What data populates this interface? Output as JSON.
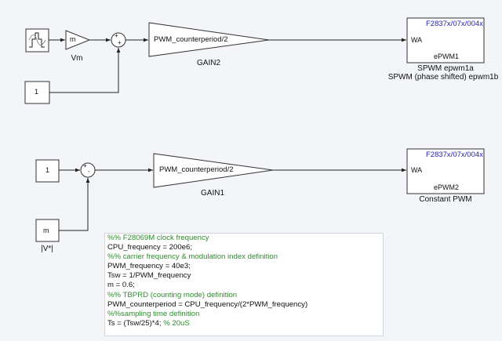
{
  "blocks": {
    "gain_m": "m",
    "label_vm": "Vm",
    "const_1_top": "1",
    "gain2": "PWM_counterperiod/2",
    "label_gain2": "GAIN2",
    "epwm1_target": "F2837x/07x/004x",
    "epwm1_port": "WA",
    "epwm1_name": "ePWM1",
    "epwm1_caption": [
      "SPWM epwm1a",
      "SPWM (phase shifted) epwm1b"
    ],
    "const_1_bottom": "1",
    "gain1": "PWM_counterperiod/2",
    "label_gain1": "GAIN1",
    "epwm2_target": "F2837x/07x/004x",
    "epwm2_port": "WA",
    "epwm2_name": "ePWM2",
    "epwm2_caption": "Constant PWM",
    "const_m": "m",
    "label_v": "|V*|",
    "sum_top_signs": "+",
    "sum_top_signs2": "+",
    "sum_bottom_signs": "+",
    "sum_bottom_signs2": "-"
  },
  "code_lines": [
    {
      "text": "%% F28069M clock frequency",
      "comment": true
    },
    {
      "text": "CPU_frequency = 200e6;",
      "comment": false
    },
    {
      "text": "%% carrier frequency & modulation index definition",
      "comment": true
    },
    {
      "text": "PWM_frequency = 40e3;",
      "comment": false
    },
    {
      "text": "Tsw = 1/PWM_frequency",
      "comment": false
    },
    {
      "text": "m = 0.6;",
      "comment": false
    },
    {
      "text": "%% TBPRD (counting mode) definition",
      "comment": true
    },
    {
      "text": "PWM_counterperiod = CPU_frequency/(2*PWM_frequency)",
      "comment": false
    },
    {
      "text": "%%sampling time definition",
      "comment": true
    },
    {
      "text": "Ts = (Tsw/25)*4; ",
      "comment": false,
      "trail": "% 20uS"
    }
  ],
  "colors": {
    "target_text": "#1f1fb0",
    "comment": "#2e8b2e",
    "background": "#f3f5f8"
  }
}
